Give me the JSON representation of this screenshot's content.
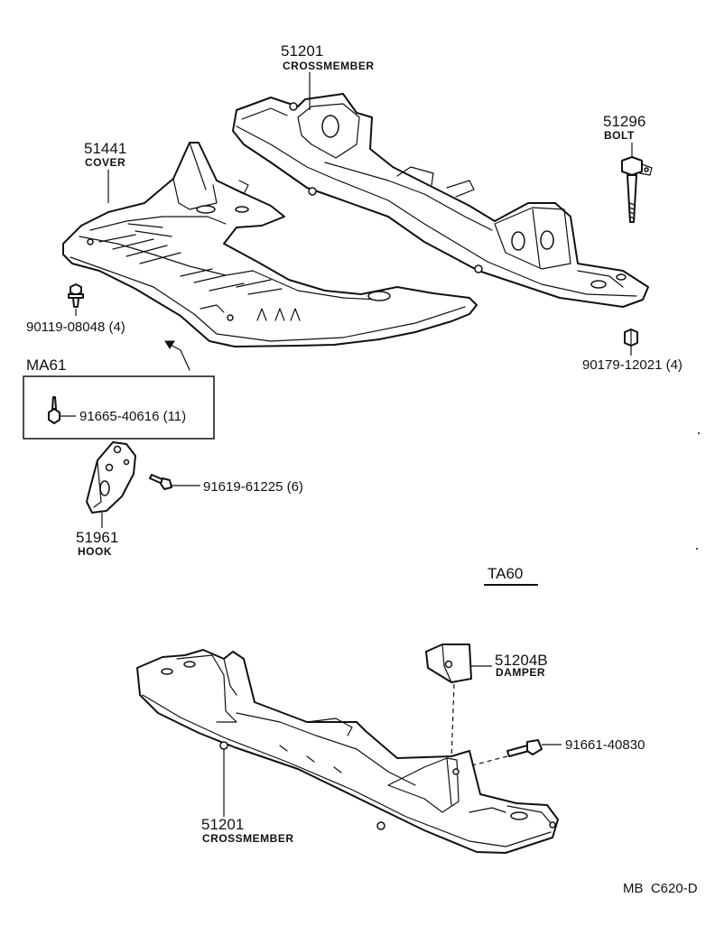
{
  "parts": {
    "crossmember_top": {
      "number": "51201",
      "name": "CROSSMEMBER"
    },
    "cover": {
      "number": "51441",
      "name": "COVER"
    },
    "bolt": {
      "number": "51296",
      "name": "BOLT"
    },
    "bolt_90119": {
      "label": "90119-08048 (4)"
    },
    "nut_90179": {
      "label": "90179-12021 (4)"
    },
    "screw_91665": {
      "label": "91665-40616 (11)"
    },
    "bolt_91619": {
      "label": "91619-61225 (6)"
    },
    "hook": {
      "number": "51961",
      "name": "HOOK"
    },
    "damper": {
      "number": "51204B",
      "name": "DAMPER"
    },
    "bolt_91661": {
      "label": "91661-40830"
    },
    "crossmember_bottom": {
      "number": "51201",
      "name": "CROSSMEMBER"
    }
  },
  "variants": {
    "ma61": "MA61",
    "ta60": "TA60"
  },
  "footer": {
    "code": "MB  C620-D"
  }
}
